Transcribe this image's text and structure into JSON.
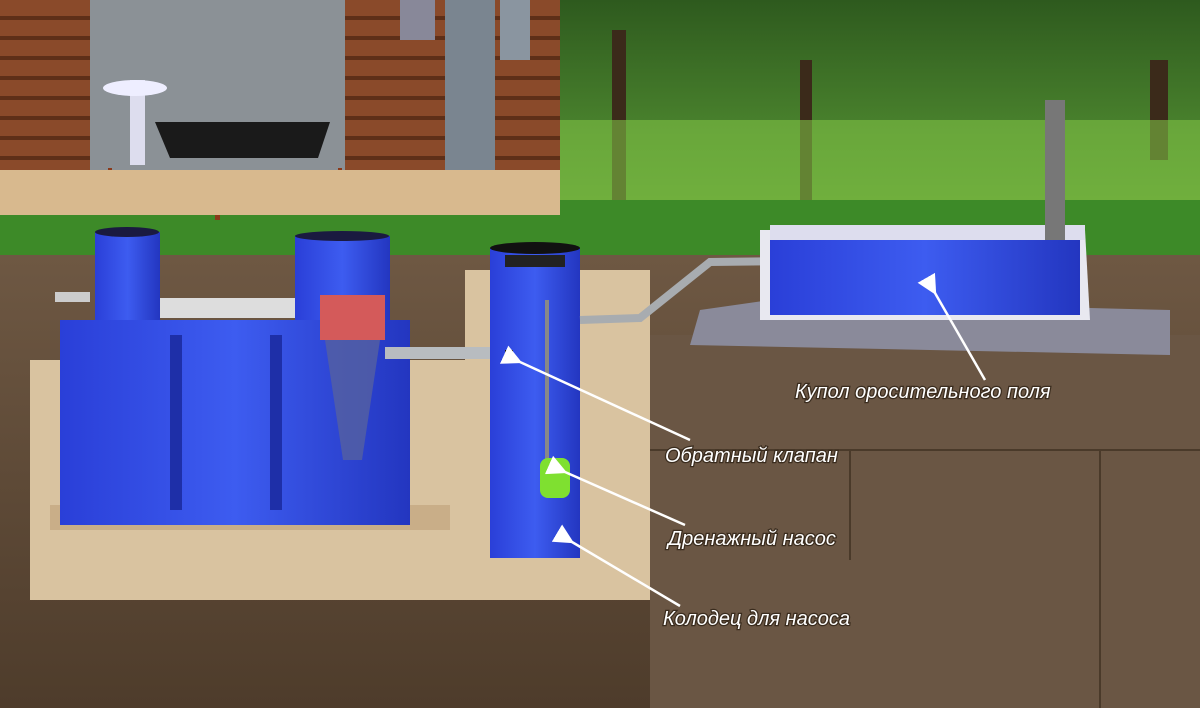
{
  "labels": {
    "dome": "Купол оросительного поля",
    "check_valve": "Обратный клапан",
    "drain_pump": "Дренажный насос",
    "pump_well": "Колодец для насоса"
  },
  "colors": {
    "tank_blue": "#2f45e0",
    "soil": "#6b5440",
    "sand": "#d9c3a0",
    "grass": "#3f8a2a",
    "label_text": "#ffffff"
  }
}
